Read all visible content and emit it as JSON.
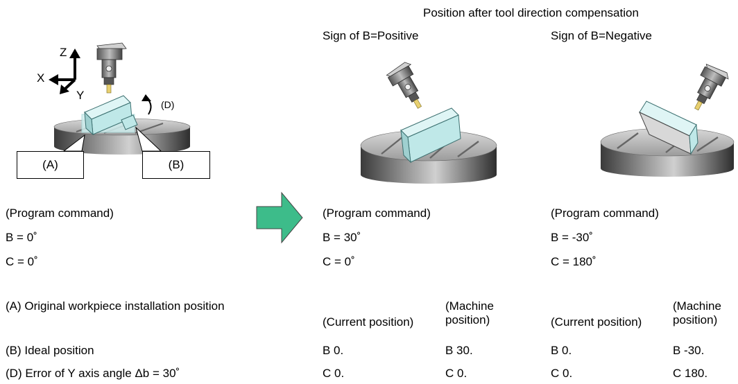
{
  "header": {
    "title": "Position after tool direction compensation"
  },
  "left": {
    "axes": {
      "x": "X",
      "y": "Y",
      "z": "Z"
    },
    "callouts": {
      "a": "(A)",
      "b": "(B)",
      "d": "(D)"
    },
    "command": {
      "label": "(Program command)",
      "b": "B = 0˚",
      "c": "C = 0˚"
    },
    "legend": {
      "a": "(A) Original workpiece installation position",
      "b": "(B) Ideal position",
      "d": "(D) Error of Y axis angle  Δb = 30˚"
    }
  },
  "positive": {
    "title": "Sign of B=Positive",
    "command": {
      "label": "(Program command)",
      "b": "B = 30˚",
      "c": "C = 0˚"
    },
    "cols": {
      "current": "(Current position)",
      "machine": "(Machine position)"
    },
    "current": {
      "b": "B 0.",
      "c": "C 0."
    },
    "machine": {
      "b": "B 30.",
      "c": "C 0."
    }
  },
  "negative": {
    "title": "Sign of B=Negative",
    "command": {
      "label": "(Program command)",
      "b": "B = -30˚",
      "c": "C = 180˚"
    },
    "cols": {
      "current": "(Current position)",
      "machine": "(Machine position)"
    },
    "current": {
      "b": "B 0.",
      "c": "C 0."
    },
    "machine": {
      "b": "B -30.",
      "c": "C 180."
    }
  },
  "colors": {
    "arrow": "#3dbc8a",
    "workpiece": "#bfe8e8",
    "table": "#7a7a7a",
    "head": "#8a8a8a"
  }
}
